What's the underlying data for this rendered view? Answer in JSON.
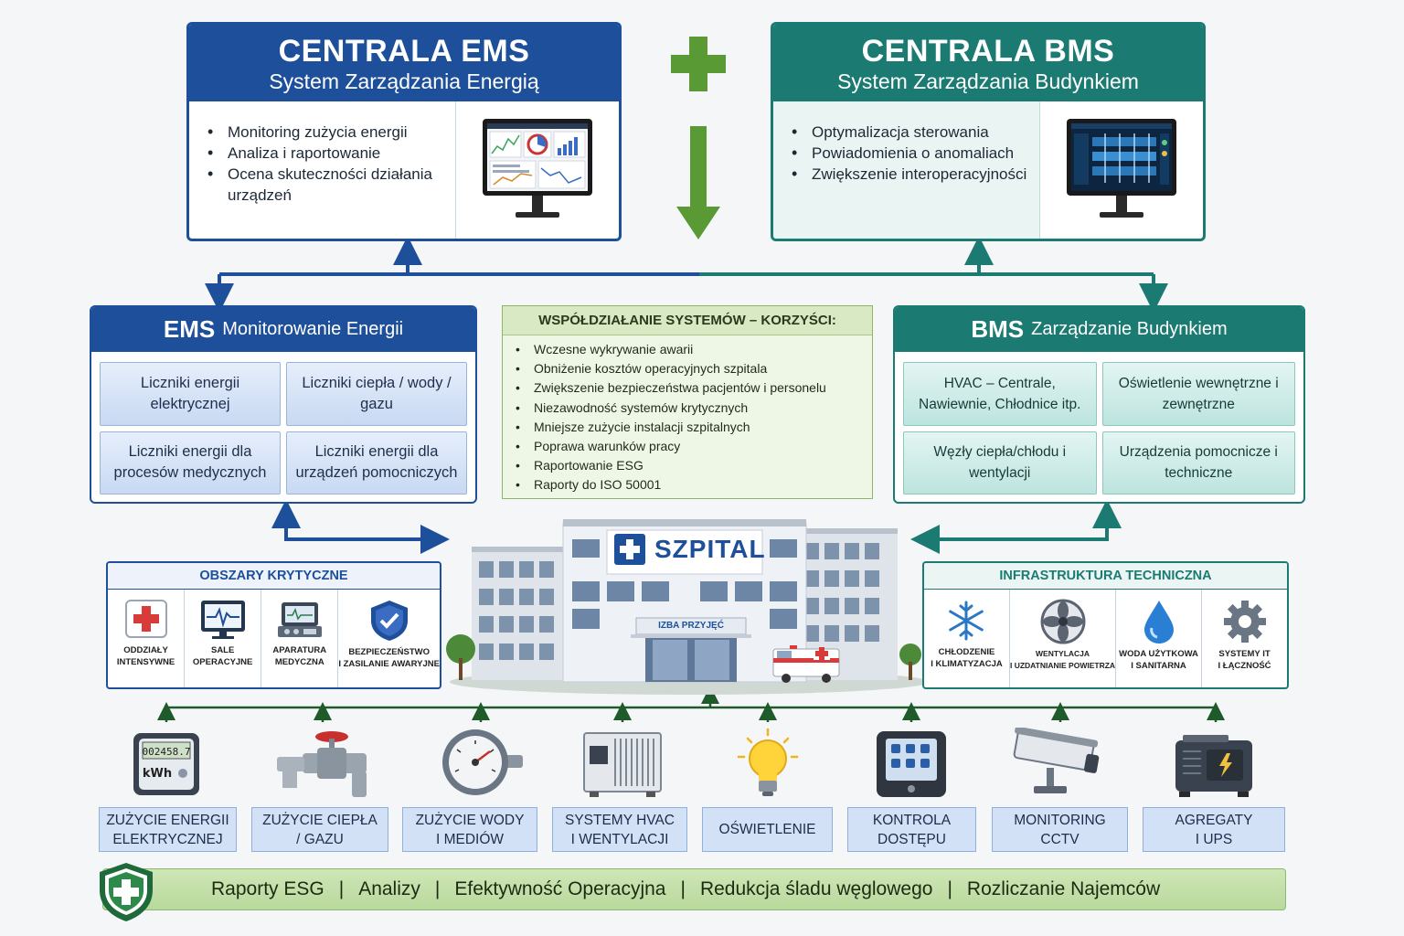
{
  "ems_central": {
    "title": "CENTRALA EMS",
    "subtitle": "System Zarządzania Energią",
    "items": [
      "Monitoring zużycia energii",
      "Analiza i raportowanie",
      "Ocena skuteczności działania urządzeń"
    ],
    "color": "#1d4f9a"
  },
  "bms_central": {
    "title": "CENTRALA BMS",
    "subtitle": "System Zarządzania Budynkiem",
    "items": [
      "Optymalizacja sterowania",
      "Powiadomienia o anomaliach",
      "Zwiększenie interoperacyjności"
    ],
    "color": "#1b7a72"
  },
  "ems_box": {
    "title": "EMS",
    "subtitle": "Monitorowanie Energii",
    "cells": [
      "Liczniki energii elektrycznej",
      "Liczniki ciepła / wody / gazu",
      "Liczniki energii dla procesów medycznych",
      "Liczniki energii dla urządzeń pomocniczych"
    ]
  },
  "bms_box": {
    "title": "BMS",
    "subtitle": "Zarządzanie Budynkiem",
    "cells": [
      "HVAC – Centrale, Nawiewnie, Chłodnice itp.",
      "Oświetlenie wewnętrzne i zewnętrzne",
      "Węzły ciepła/chłodu i wentylacji",
      "Urządzenia pomocnicze i techniczne"
    ]
  },
  "benefits": {
    "title": "WSPÓŁDZIAŁANIE SYSTEMÓW – KORZYŚCI:",
    "items": [
      "Wczesne wykrywanie awarii",
      "Obniżenie kosztów operacyjnych szpitala",
      "Zwiększenie bezpieczeństwa pacjentów i personelu",
      "Niezawodność systemów krytycznych",
      "Mniejsze zużycie instalacji szpitalnych",
      "Poprawa warunków pracy",
      "Raportowanie ESG",
      "Raporty do ISO 50001"
    ]
  },
  "hospital": {
    "sign": "SZPITAL",
    "entrance": "IZBA PRZYJĘĆ"
  },
  "critical_areas": {
    "title": "OBSZARY KRYTYCZNE",
    "items": [
      {
        "line1": "ODDZIAŁY",
        "line2": "INTENSYWNE",
        "icon": "monitor-cross-icon"
      },
      {
        "line1": "SALE",
        "line2": "OPERACYJNE",
        "icon": "ecg-monitor-icon"
      },
      {
        "line1": "APARATURA",
        "line2": "MEDYCZNA",
        "icon": "medical-device-icon"
      },
      {
        "line1": "BEZPIECZEŃSTWO",
        "line2": "I ZASILANIE AWARYJNE",
        "icon": "shield-check-icon"
      }
    ]
  },
  "tech_infra": {
    "title": "INFRASTRUKTURA TECHNICZNA",
    "items": [
      {
        "line1": "CHŁODZENIE",
        "line2": "I KLIMATYZACJA",
        "icon": "snowflake-icon"
      },
      {
        "line1": "WENTYLACJA",
        "line2": "I UZDATNIANIE POWIETRZA",
        "icon": "fan-icon"
      },
      {
        "line1": "WODA UŻYTKOWA",
        "line2": "I SANITARNA",
        "icon": "water-drop-icon"
      },
      {
        "line1": "SYSTEMY IT",
        "line2": "I ŁĄCZNOŚĆ",
        "icon": "gear-icon"
      }
    ]
  },
  "meter_display": {
    "digits": "002458.7",
    "unit": "kWh"
  },
  "devices": [
    {
      "line1": "ZUŻYCIE ENERGII",
      "line2": "ELEKTRYCZNEJ",
      "icon": "electric-meter-icon"
    },
    {
      "line1": "ZUŻYCIE CIEPŁA",
      "line2": "/ GAZU",
      "icon": "valve-tap-icon"
    },
    {
      "line1": "ZUŻYCIE WODY",
      "line2": "I MEDIÓW",
      "icon": "pressure-gauge-icon"
    },
    {
      "line1": "SYSTEMY HVAC",
      "line2": "I WENTYLACJI",
      "icon": "hvac-unit-icon"
    },
    {
      "line1": "OŚWIETLENIE",
      "line2": "",
      "icon": "light-bulb-icon"
    },
    {
      "line1": "KONTROLA",
      "line2": "DOSTĘPU",
      "icon": "access-panel-icon"
    },
    {
      "line1": "MONITORING",
      "line2": "CCTV",
      "icon": "cctv-camera-icon"
    },
    {
      "line1": "AGREGATY",
      "line2": "I UPS",
      "icon": "generator-icon"
    }
  ],
  "footer": {
    "items": [
      "Raporty ESG",
      "Analizy",
      "Efektywność Operacyjna",
      "Redukcja śladu węglowego",
      "Rozliczanie Najemców"
    ],
    "separator": "|",
    "icon": "shield-cross-icon"
  },
  "colors": {
    "ems_blue": "#1d4f9a",
    "bms_teal": "#1b7a72",
    "green": "#5a9a35",
    "connector": "#1e5a2a"
  }
}
